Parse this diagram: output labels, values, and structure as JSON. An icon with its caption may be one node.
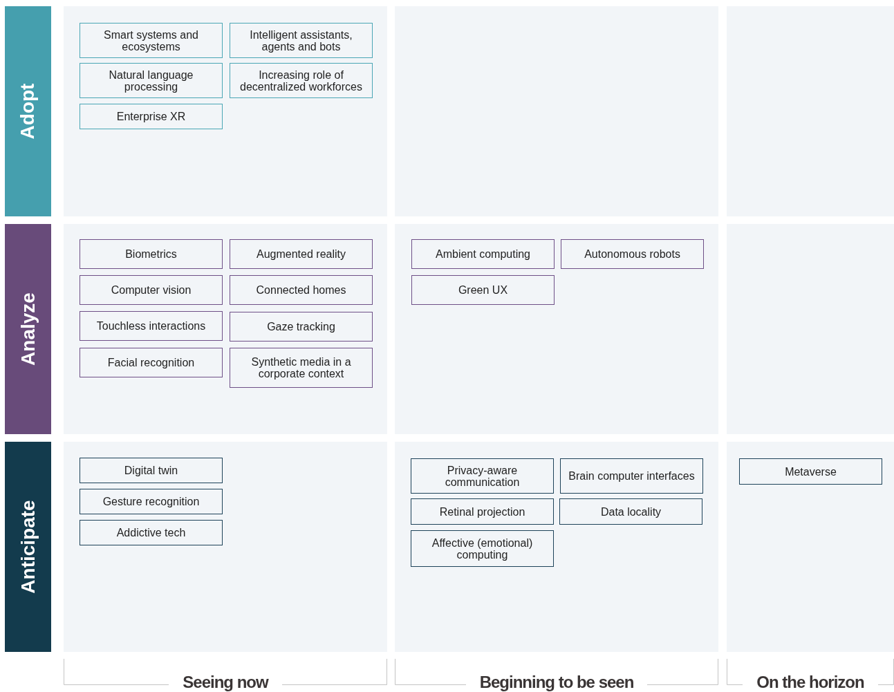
{
  "diagram": {
    "nodes": [
      {
        "text": [
          "Adopt"
        ]
      },
      {
        "text": [],
        "shape": "box"
      },
      {
        "text": [
          "Smart systems and ecosystems"
        ],
        "in": 1
      },
      {
        "text": [
          "Intelligent assistants, agents and bots"
        ],
        "in": 1
      },
      {
        "text": [
          "Natural language processing"
        ],
        "in": 1
      },
      {
        "text": [
          "Increasing role of decentralized workforces"
        ],
        "in": 1
      },
      {
        "text": [
          "Enterprise XR"
        ],
        "in": 1
      },
      {
        "text": [],
        "shape": "box"
      },
      {
        "text": [],
        "shape": "box"
      },
      {
        "text": [
          "Analyze"
        ]
      },
      {
        "text": [],
        "shape": "box"
      },
      {
        "text": [
          "Biometrics"
        ],
        "in": 10
      },
      {
        "text": [
          "Augmented reality"
        ],
        "in": 10
      },
      {
        "text": [
          "Computer vision"
        ],
        "in": 10
      },
      {
        "text": [
          "Connected homes"
        ],
        "in": 10
      },
      {
        "text": [
          "Touchless interactions"
        ],
        "in": 10
      },
      {
        "text": [
          "Gaze tracking"
        ],
        "in": 10
      },
      {
        "text": [
          "Facial recognition"
        ],
        "in": 10
      },
      {
        "text": [
          "Synthetic media in a corporate context"
        ],
        "in": 10
      },
      {
        "text": [],
        "shape": "box"
      },
      {
        "text": [
          "Ambient computing"
        ],
        "in": 19
      },
      {
        "text": [
          "Autonomous robots"
        ],
        "in": 19
      },
      {
        "text": [
          "Green UX"
        ],
        "in": 19
      },
      {
        "text": [],
        "shape": "box"
      },
      {
        "text": [
          "Anticipate"
        ]
      },
      {
        "text": [],
        "shape": "box"
      },
      {
        "text": [
          "Digital twin"
        ],
        "in": 25
      },
      {
        "text": [
          "Gesture recognition"
        ],
        "in": 25
      },
      {
        "text": [
          "Addictive tech"
        ],
        "in": 25
      },
      {
        "text": [],
        "shape": "box"
      },
      {
        "text": [
          "Privacy-aware communication"
        ],
        "in": 29
      },
      {
        "text": [
          "Brain computer interfaces"
        ],
        "in": 29
      },
      {
        "text": [
          "Retinal projection"
        ],
        "in": 29
      },
      {
        "text": [
          "Data locality"
        ],
        "in": 29
      },
      {
        "text": [
          "Affective (emotional) computing"
        ],
        "in": 29
      },
      {
        "text": [],
        "shape": "box"
      },
      {
        "text": [
          "Metaverse"
        ],
        "in": 35
      }
    ],
    "labels": [
      "Seeing now",
      "Beginning to be seen",
      "On the horizon"
    ]
  }
}
